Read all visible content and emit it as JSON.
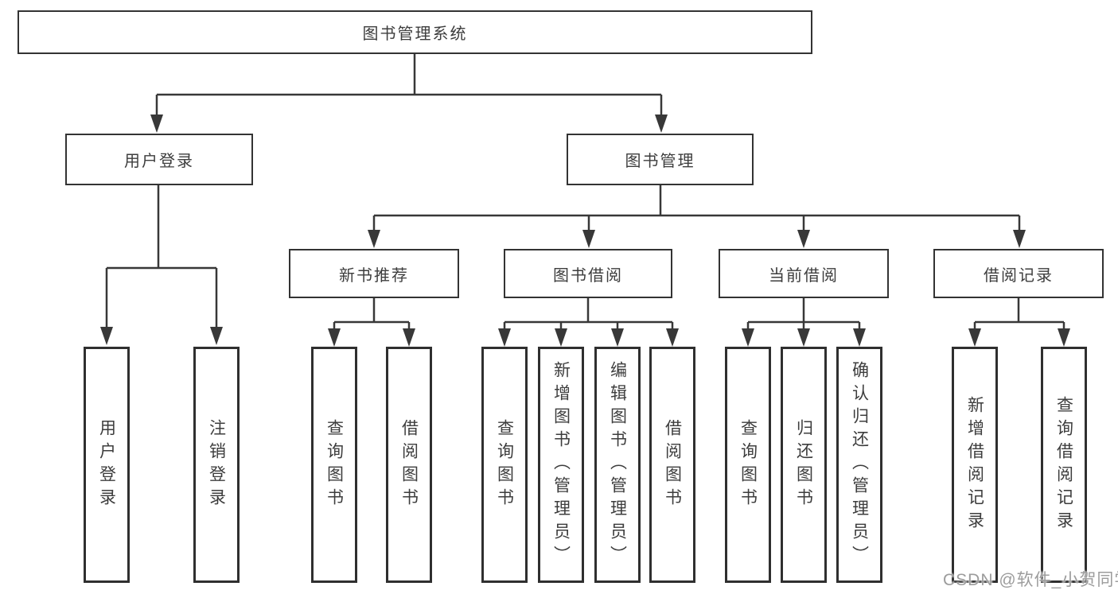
{
  "tree": {
    "root": "图书管理系统",
    "children": [
      {
        "label": "用户登录",
        "children": [
          "用户登录",
          "注销登录"
        ]
      },
      {
        "label": "图书管理",
        "children": [
          {
            "label": "新书推荐",
            "children": [
              "查询图书",
              "借阅图书"
            ]
          },
          {
            "label": "图书借阅",
            "children": [
              "查询图书",
              "新增图书（管理员）",
              "编辑图书（管理员）",
              "借阅图书"
            ]
          },
          {
            "label": "当前借阅",
            "children": [
              "查询图书",
              "归还图书",
              "确认归还（管理员）"
            ]
          },
          {
            "label": "借阅记录",
            "children": [
              "新增借阅记录",
              "查询借阅记录"
            ]
          }
        ]
      }
    ]
  },
  "watermark": "CSDN @软件_小贺同学",
  "colors": {
    "background": "#ffffff",
    "box_border": "#333333",
    "leaf_border": "#2f2f2f",
    "line": "#383838",
    "text": "#3d3d3d",
    "watermark": "#9c9c9c"
  }
}
